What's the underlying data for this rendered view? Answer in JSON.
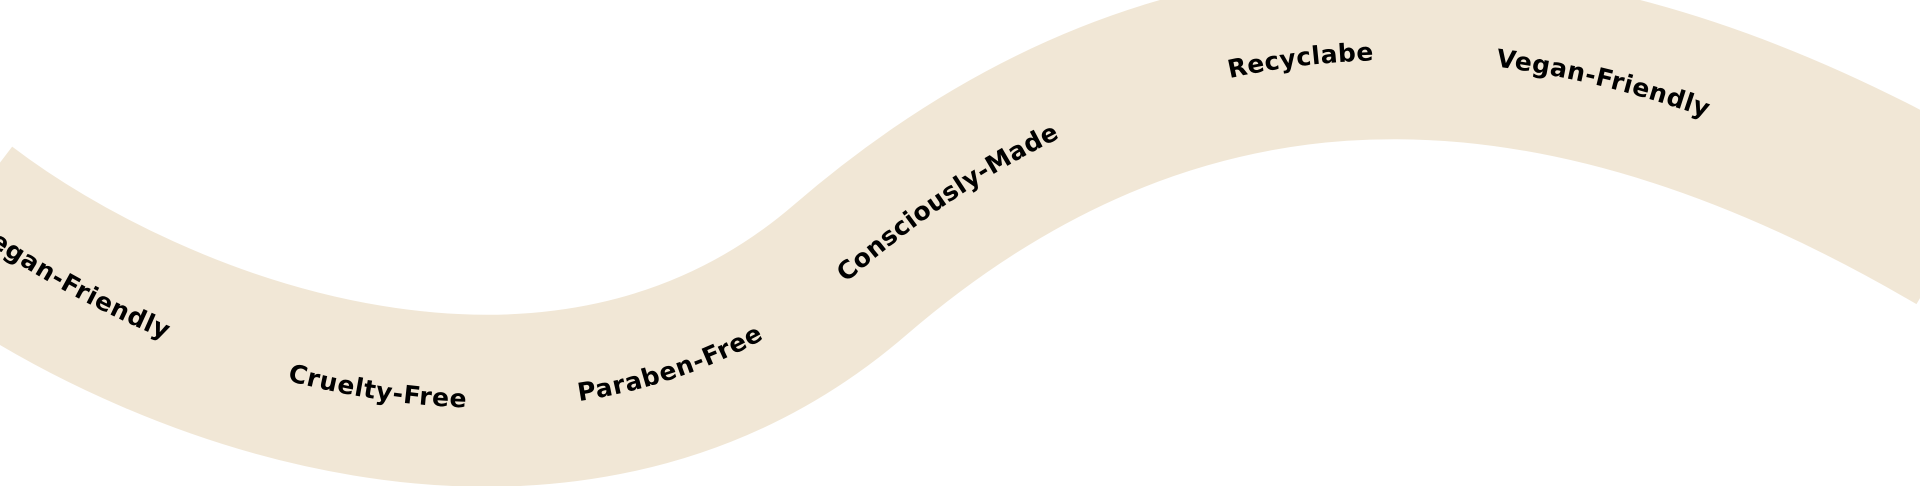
{
  "colors": {
    "band": "#F1E7D6",
    "text": "#000000",
    "background": "#FFFFFF"
  },
  "ribbon": {
    "labels": [
      "Vegan-Friendly",
      "Cruelty-Free",
      "Paraben-Free",
      "Consciously-Made",
      "Recyclabe",
      "Vegan-Friendly"
    ]
  }
}
